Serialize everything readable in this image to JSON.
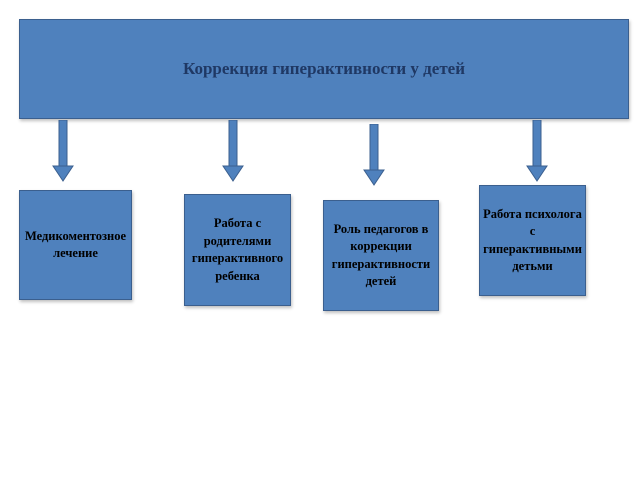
{
  "diagram": {
    "title": "Коррекция гиперактивности у детей",
    "items": [
      {
        "label": "Медикоментозное лечение"
      },
      {
        "label": "Работа с родителями гиперактивного ребенка"
      },
      {
        "label": "Роль педагогов в коррекции гиперактивности детей"
      },
      {
        "label": "Работа психолога с гиперактивными детьми"
      }
    ]
  },
  "colors": {
    "box_fill": "#4f81bd",
    "box_border": "#3b5f8e",
    "title_text": "#1f3864",
    "item_text": "#000000"
  }
}
